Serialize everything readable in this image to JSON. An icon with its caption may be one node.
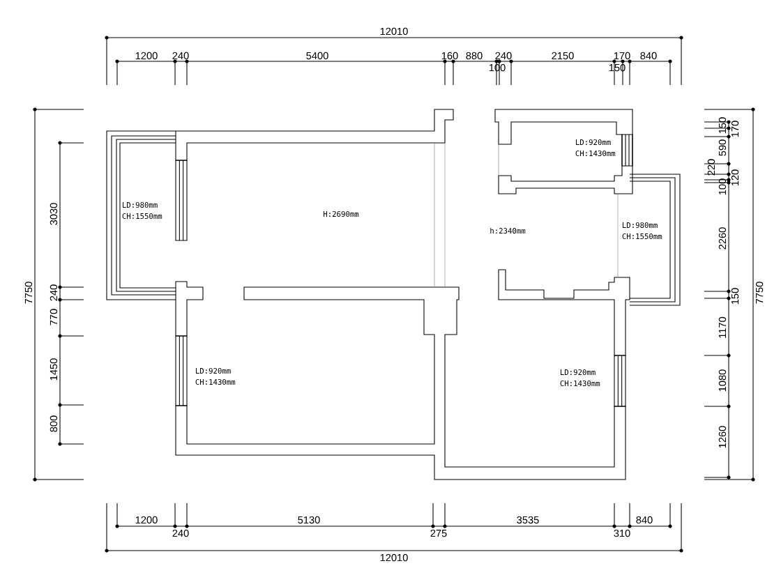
{
  "diagram": {
    "labels": [
      "12010",
      "1200",
      "240",
      "5400",
      "160",
      "880",
      "240",
      "2150",
      "170",
      "840",
      "100",
      "150",
      "7750",
      "3030",
      "240",
      "770",
      "1450",
      "800",
      "LD:980mm CH:1550mm",
      "H:2690mm",
      "LD:920mm CH:1430mm",
      "h:2340mm",
      "LD:980mm CH:1550mm",
      "LD:920mm CH:1430mm",
      "LD:920mm CH:1430mm",
      "150",
      "170",
      "590",
      "220",
      "100",
      "120",
      "2260",
      "150",
      "1170",
      "1080",
      "1260",
      "7750",
      "1200",
      "5130",
      "3535",
      "840",
      "240",
      "275",
      "310",
      "12010"
    ]
  }
}
